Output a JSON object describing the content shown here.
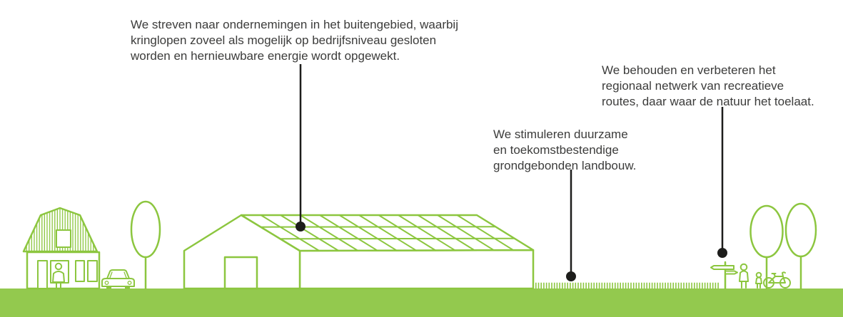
{
  "page": {
    "background": "#FFFFFF",
    "type": "policy-infographic-farm-landscape"
  },
  "colors": {
    "line_green": "#8CC63F",
    "grass_green": "#93C94E",
    "callout_black": "#1D1D1B",
    "text_gray": "#3C3C3B"
  },
  "annotations": [
    {
      "id": "farm-business",
      "points_to": "barn-solar-roof",
      "text": "We streven naar ondernemingen in het buitengebied, waarbij\nkringlopen zoveel als mogelijk op bedrijfsniveau gesloten\nworden en hernieuwbare energie wordt opgewekt."
    },
    {
      "id": "agriculture",
      "points_to": "crop-field",
      "text": "We stimuleren duurzame\nen toekomstbestendige\ngrondgebonden landbouw."
    },
    {
      "id": "recreation",
      "points_to": "signpost",
      "text": "We behouden en verbeteren het\nregionaal netwerk van recreatieve\nroutes, daar waar de natuur het toelaat."
    }
  ],
  "illustration": {
    "icons": [
      "house-icon",
      "tree-icon",
      "car-icon",
      "barn-icon",
      "solar-panels-icon",
      "crop-field-icon",
      "signpost-icon",
      "pedestrian-adult-icon",
      "pedestrian-child-icon",
      "bicycle-icon",
      "grass-strip"
    ]
  }
}
